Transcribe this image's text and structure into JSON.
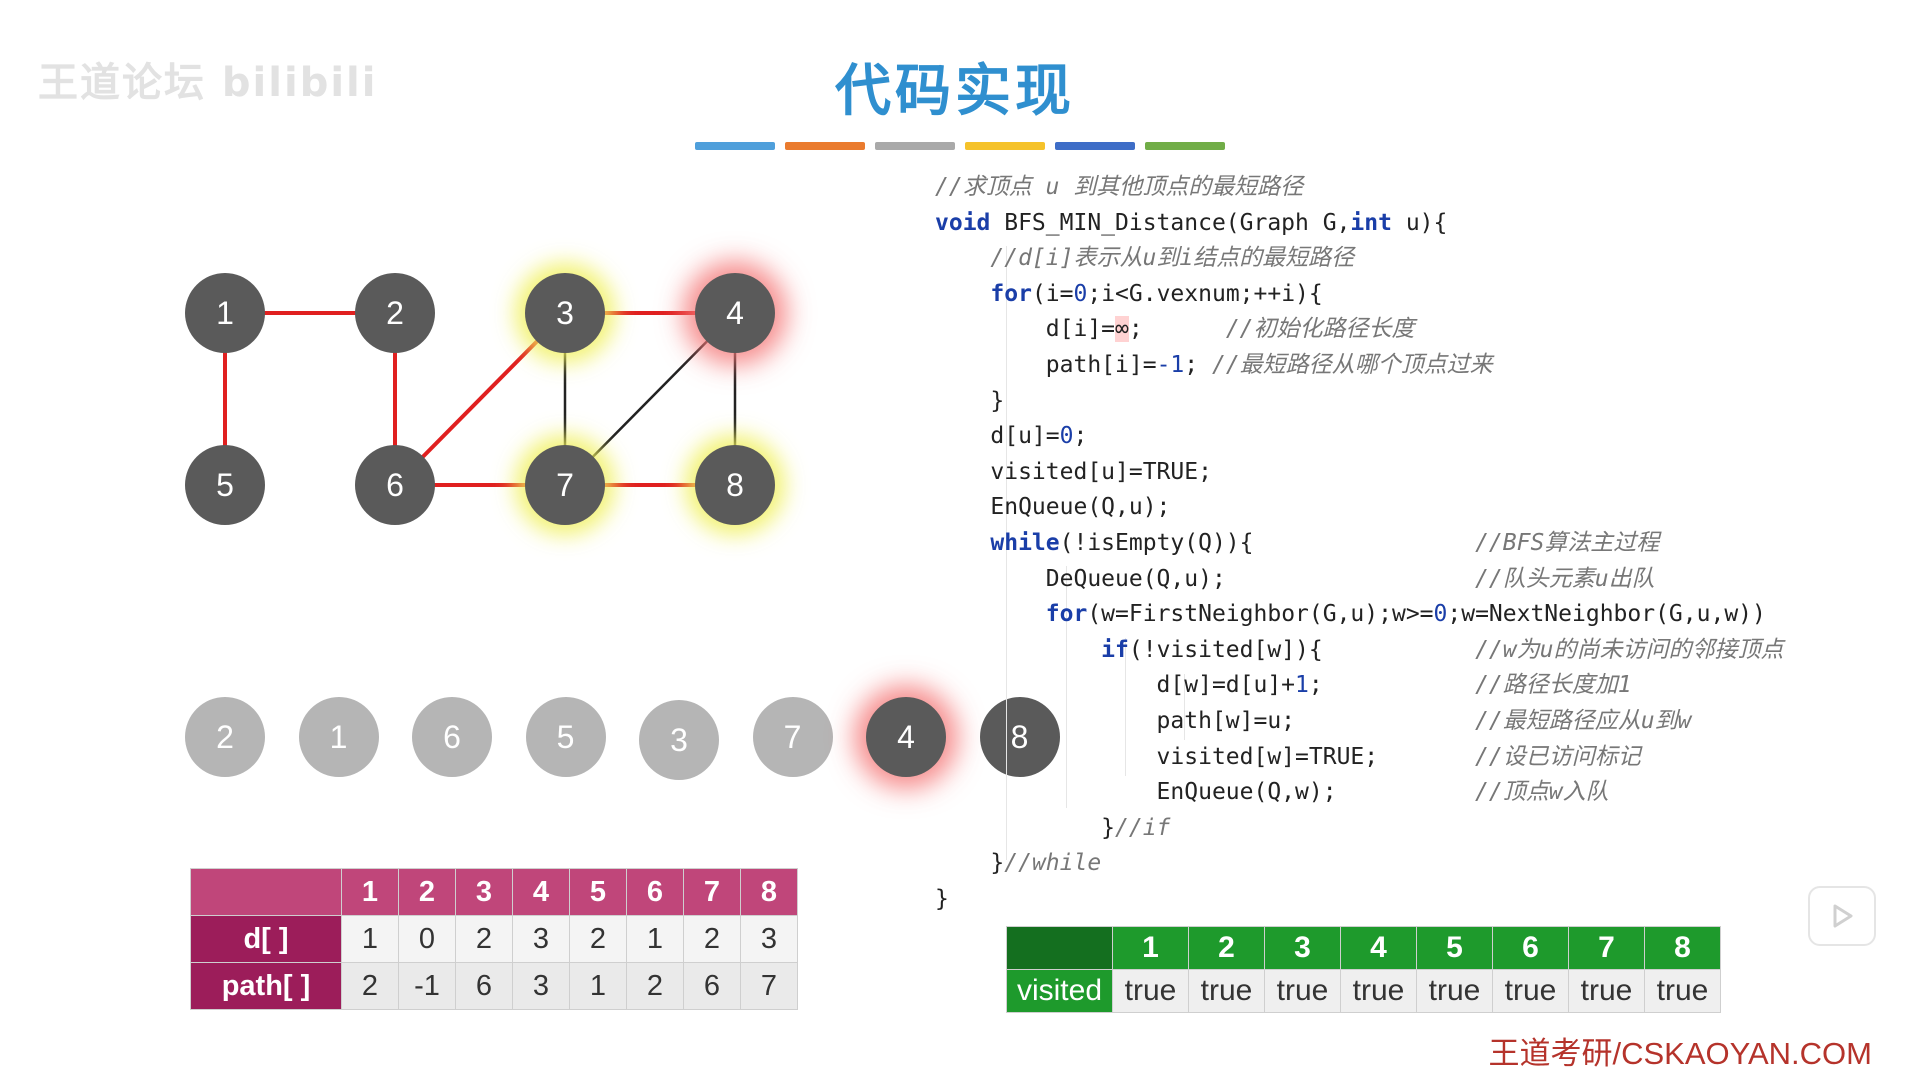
{
  "watermark": "王道论坛 bilibili",
  "title": "代码实现",
  "colors": {
    "bars": [
      "#4f9fdb",
      "#ea7b2e",
      "#a9a9a9",
      "#f5c22a",
      "#3e6dc7",
      "#71ad47"
    ],
    "node": "#5a5a5a",
    "node_faded": "#b5b5b5",
    "edge_tree": "#e02020",
    "edge_normal": "#222222",
    "title": "#2f8fcf",
    "table_header": "#c0467a",
    "visited_header": "#1e9a2c"
  },
  "graph": {
    "nodes": [
      {
        "id": "1",
        "label": "1",
        "glow": ""
      },
      {
        "id": "2",
        "label": "2",
        "glow": ""
      },
      {
        "id": "3",
        "label": "3",
        "glow": "yellow"
      },
      {
        "id": "4",
        "label": "4",
        "glow": "red"
      },
      {
        "id": "5",
        "label": "5",
        "glow": ""
      },
      {
        "id": "6",
        "label": "6",
        "glow": ""
      },
      {
        "id": "7",
        "label": "7",
        "glow": "yellow"
      },
      {
        "id": "8",
        "label": "8",
        "glow": "yellow"
      }
    ],
    "edges": [
      {
        "from": "1",
        "to": "2",
        "tree": true
      },
      {
        "from": "1",
        "to": "5",
        "tree": true
      },
      {
        "from": "2",
        "to": "6",
        "tree": true
      },
      {
        "from": "3",
        "to": "4",
        "tree": true
      },
      {
        "from": "3",
        "to": "6",
        "tree": true
      },
      {
        "from": "6",
        "to": "7",
        "tree": true
      },
      {
        "from": "7",
        "to": "8",
        "tree": true
      },
      {
        "from": "3",
        "to": "7",
        "tree": false
      },
      {
        "from": "4",
        "to": "7",
        "tree": false
      },
      {
        "from": "4",
        "to": "8",
        "tree": false
      }
    ]
  },
  "queue": [
    {
      "label": "2",
      "state": "done"
    },
    {
      "label": "1",
      "state": "done"
    },
    {
      "label": "6",
      "state": "done"
    },
    {
      "label": "5",
      "state": "done"
    },
    {
      "label": "3",
      "state": "done"
    },
    {
      "label": "7",
      "state": "done"
    },
    {
      "label": "4",
      "state": "active"
    },
    {
      "label": "8",
      "state": "pending"
    }
  ],
  "code": {
    "lines": [
      "//求顶点 u 到其他顶点的最短路径",
      "void BFS_MIN_Distance(Graph G,int u){",
      "    //d[i]表示从u到i结点的最短路径",
      "    for(i=0;i<G.vexnum;++i){",
      "        d[i]=∞;      //初始化路径长度",
      "        path[i]=-1; //最短路径从哪个顶点过来",
      "    }",
      "    d[u]=0;",
      "    visited[u]=TRUE;",
      "    EnQueue(Q,u);",
      "    while(!isEmpty(Q)){                //BFS算法主过程",
      "        DeQueue(Q,u);                  //队头元素u出队",
      "        for(w=FirstNeighbor(G,u);w>=0;w=NextNeighbor(G,u,w))",
      "            if(!visited[w]){           //w为u的尚未访问的邻接顶点",
      "                d[w]=d[u]+1;           //路径长度加1",
      "                path[w]=u;             //最短路径应从u到w",
      "                visited[w]=TRUE;       //设已访问标记",
      "                EnQueue(Q,w);          //顶点w入队",
      "            }//if",
      "    }//while",
      "}"
    ]
  },
  "dtable": {
    "headers": [
      "1",
      "2",
      "3",
      "4",
      "5",
      "6",
      "7",
      "8"
    ],
    "rows": [
      {
        "label": "d[ ]",
        "values": [
          "1",
          "0",
          "2",
          "3",
          "2",
          "1",
          "2",
          "3"
        ]
      },
      {
        "label": "path[ ]",
        "values": [
          "2",
          "-1",
          "6",
          "3",
          "1",
          "2",
          "6",
          "7"
        ]
      }
    ]
  },
  "visited_table": {
    "headers": [
      "1",
      "2",
      "3",
      "4",
      "5",
      "6",
      "7",
      "8"
    ],
    "row_label": "visited",
    "values": [
      "true",
      "true",
      "true",
      "true",
      "true",
      "true",
      "true",
      "true"
    ]
  },
  "site": "王道考研/CSKAOYAN.COM"
}
